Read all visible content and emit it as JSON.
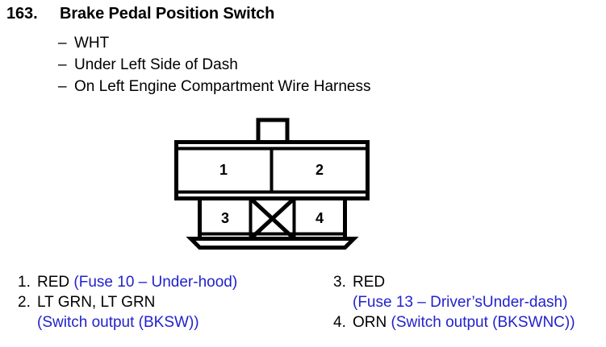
{
  "heading": {
    "number": "163.",
    "title": "Brake Pedal Position Switch"
  },
  "description_items": [
    {
      "dash": "–",
      "text": "WHT"
    },
    {
      "dash": "–",
      "text": "Under Left Side of Dash"
    },
    {
      "dash": "–",
      "text": "On Left Engine Compartment Wire Harness"
    }
  ],
  "connector": {
    "top_row_pins": [
      "1",
      "2"
    ],
    "bottom_row_pins": [
      "3",
      "4"
    ],
    "blank_cavity_marker": "X"
  },
  "legend": {
    "left_column": [
      {
        "index": "1.",
        "lines": [
          {
            "black": "RED ",
            "blue": "(Fuse 10 – Under-hood)"
          }
        ]
      },
      {
        "index": "2.",
        "lines": [
          {
            "black": "LT GRN, LT GRN",
            "blue": ""
          },
          {
            "black": "",
            "blue": "(Switch output (BKSW))"
          }
        ]
      }
    ],
    "right_column": [
      {
        "index": "3.",
        "lines": [
          {
            "black": "RED",
            "blue": ""
          },
          {
            "black": "",
            "blue": "(Fuse 13 – Driver’sUnder-dash)"
          }
        ]
      },
      {
        "index": "4.",
        "lines": [
          {
            "black": "ORN ",
            "blue": "(Switch output (BKSWNC))"
          }
        ]
      }
    ]
  },
  "colors": {
    "text_black": "#000000",
    "text_blue": "#2222cc",
    "diagram_stroke": "#000000",
    "background": "#ffffff"
  }
}
